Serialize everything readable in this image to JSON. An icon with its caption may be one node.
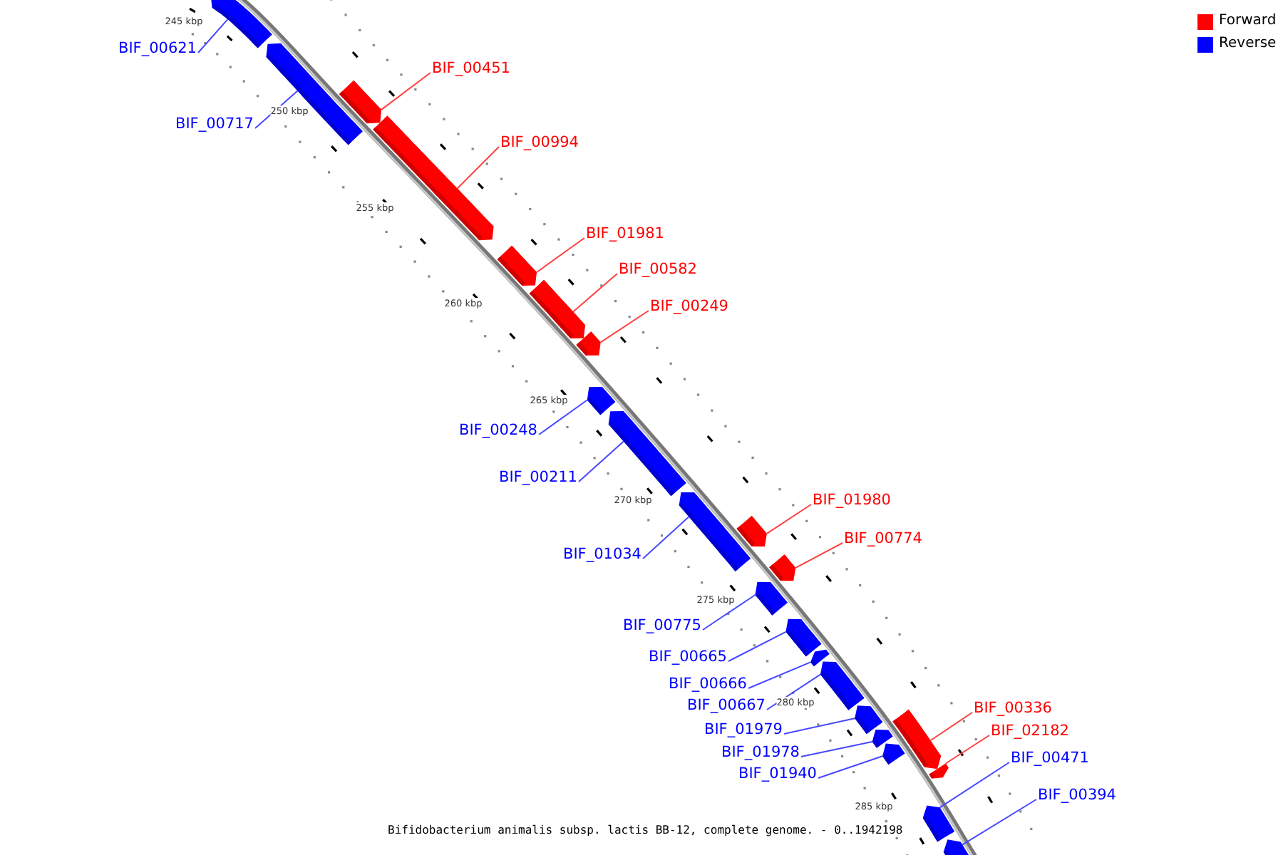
{
  "diagram": {
    "caption": "Bifidobacterium animalis subsp. lactis BB-12, complete genome. - 0..1942198",
    "nodes": [
      {
        "text": [
          "BIF_00621"
        ]
      },
      {
        "text": [],
        "shape": "bar"
      },
      {
        "text": [
          "BIF_00717"
        ]
      },
      {
        "text": [],
        "shape": "bar"
      },
      {
        "text": [
          "BIF_00451"
        ]
      },
      {
        "text": [],
        "shape": "bar"
      },
      {
        "text": [
          "BIF_00994"
        ]
      },
      {
        "text": [],
        "shape": "bar"
      },
      {
        "text": [
          "BIF_01981"
        ]
      },
      {
        "text": [],
        "shape": "bar"
      },
      {
        "text": [
          "BIF_00582"
        ]
      },
      {
        "text": [],
        "shape": "bar"
      },
      {
        "text": [
          "BIF_00249"
        ]
      },
      {
        "text": [],
        "shape": "bar"
      },
      {
        "text": [
          "BIF_00248"
        ]
      },
      {
        "text": [],
        "shape": "bar"
      },
      {
        "text": [
          "BIF_00211"
        ]
      },
      {
        "text": [],
        "shape": "bar"
      },
      {
        "text": [
          "BIF_01034"
        ]
      },
      {
        "text": [],
        "shape": "bar"
      },
      {
        "text": [
          "BIF_01980"
        ]
      },
      {
        "text": [],
        "shape": "bar"
      },
      {
        "text": [
          "BIF_00774"
        ]
      },
      {
        "text": [],
        "shape": "bar"
      },
      {
        "text": [
          "BIF_00775"
        ]
      },
      {
        "text": [],
        "shape": "bar"
      },
      {
        "text": [
          "BIF_00665"
        ]
      },
      {
        "text": [],
        "shape": "bar"
      },
      {
        "text": [
          "BIF_00666"
        ]
      },
      {
        "text": [],
        "shape": "bar"
      },
      {
        "text": [
          "BIF_00667"
        ]
      },
      {
        "text": [],
        "shape": "bar"
      },
      {
        "text": [
          "BIF_01979"
        ]
      },
      {
        "text": [],
        "shape": "bar"
      },
      {
        "text": [
          "BIF_01978"
        ]
      },
      {
        "text": [],
        "shape": "bar"
      },
      {
        "text": [
          "BIF_01940"
        ]
      },
      {
        "text": [],
        "shape": "bar"
      },
      {
        "text": [
          "BIF_00336"
        ]
      },
      {
        "text": [],
        "shape": "bar"
      },
      {
        "text": [
          "BIF_02182"
        ]
      },
      {
        "text": [],
        "shape": "bar"
      },
      {
        "text": [
          "BIF_00471"
        ]
      },
      {
        "text": [],
        "shape": "bar"
      },
      {
        "text": [
          "BIF_00394"
        ]
      },
      {
        "text": [],
        "shape": "bar"
      }
    ],
    "edges": [
      {
        "from": 0,
        "to": 1,
        "arrow": "none"
      },
      {
        "from": 2,
        "to": 3,
        "arrow": "none"
      },
      {
        "from": 4,
        "to": 5,
        "arrow": "none",
        "color": "#ff4040"
      },
      {
        "from": 6,
        "to": 7,
        "arrow": "none",
        "color": "#ff4040"
      },
      {
        "from": 8,
        "to": 9,
        "arrow": "none",
        "color": "#ff4040"
      },
      {
        "from": 10,
        "to": 11,
        "arrow": "none",
        "color": "#ff4040"
      },
      {
        "from": 12,
        "to": 13,
        "arrow": "none",
        "color": "#ff4040"
      },
      {
        "from": 14,
        "to": 15,
        "arrow": "none"
      },
      {
        "from": 16,
        "to": 17,
        "arrow": "none"
      },
      {
        "from": 18,
        "to": 19,
        "arrow": "none"
      },
      {
        "from": 20,
        "to": 21,
        "arrow": "none",
        "color": "#ff4040"
      },
      {
        "from": 22,
        "to": 23,
        "arrow": "none",
        "color": "#ff4040"
      },
      {
        "from": 24,
        "to": 25,
        "arrow": "none"
      },
      {
        "from": 26,
        "to": 27,
        "arrow": "none"
      },
      {
        "from": 28,
        "to": 29,
        "arrow": "none"
      },
      {
        "from": 30,
        "to": 31,
        "arrow": "none"
      },
      {
        "from": 32,
        "to": 33,
        "arrow": "none"
      },
      {
        "from": 34,
        "to": 35,
        "arrow": "none"
      },
      {
        "from": 36,
        "to": 37,
        "arrow": "none"
      },
      {
        "from": 38,
        "to": 39,
        "arrow": "none",
        "color": "#ff4040"
      },
      {
        "from": 40,
        "to": 41,
        "arrow": "none",
        "color": "#ff4040"
      },
      {
        "from": 42,
        "to": 43,
        "arrow": "none"
      },
      {
        "from": 44,
        "to": 45,
        "arrow": "none"
      }
    ],
    "labels": [
      "245 kbp",
      "250 kbp",
      "255 kbp",
      "260 kbp",
      "265 kbp",
      "270 kbp",
      "275 kbp",
      "280 kbp",
      "285 kbp"
    ],
    "legend": [
      {
        "text": "Forward",
        "color": "#ff0000"
      },
      {
        "text": "Reverse",
        "color": "#0000ff"
      }
    ]
  }
}
